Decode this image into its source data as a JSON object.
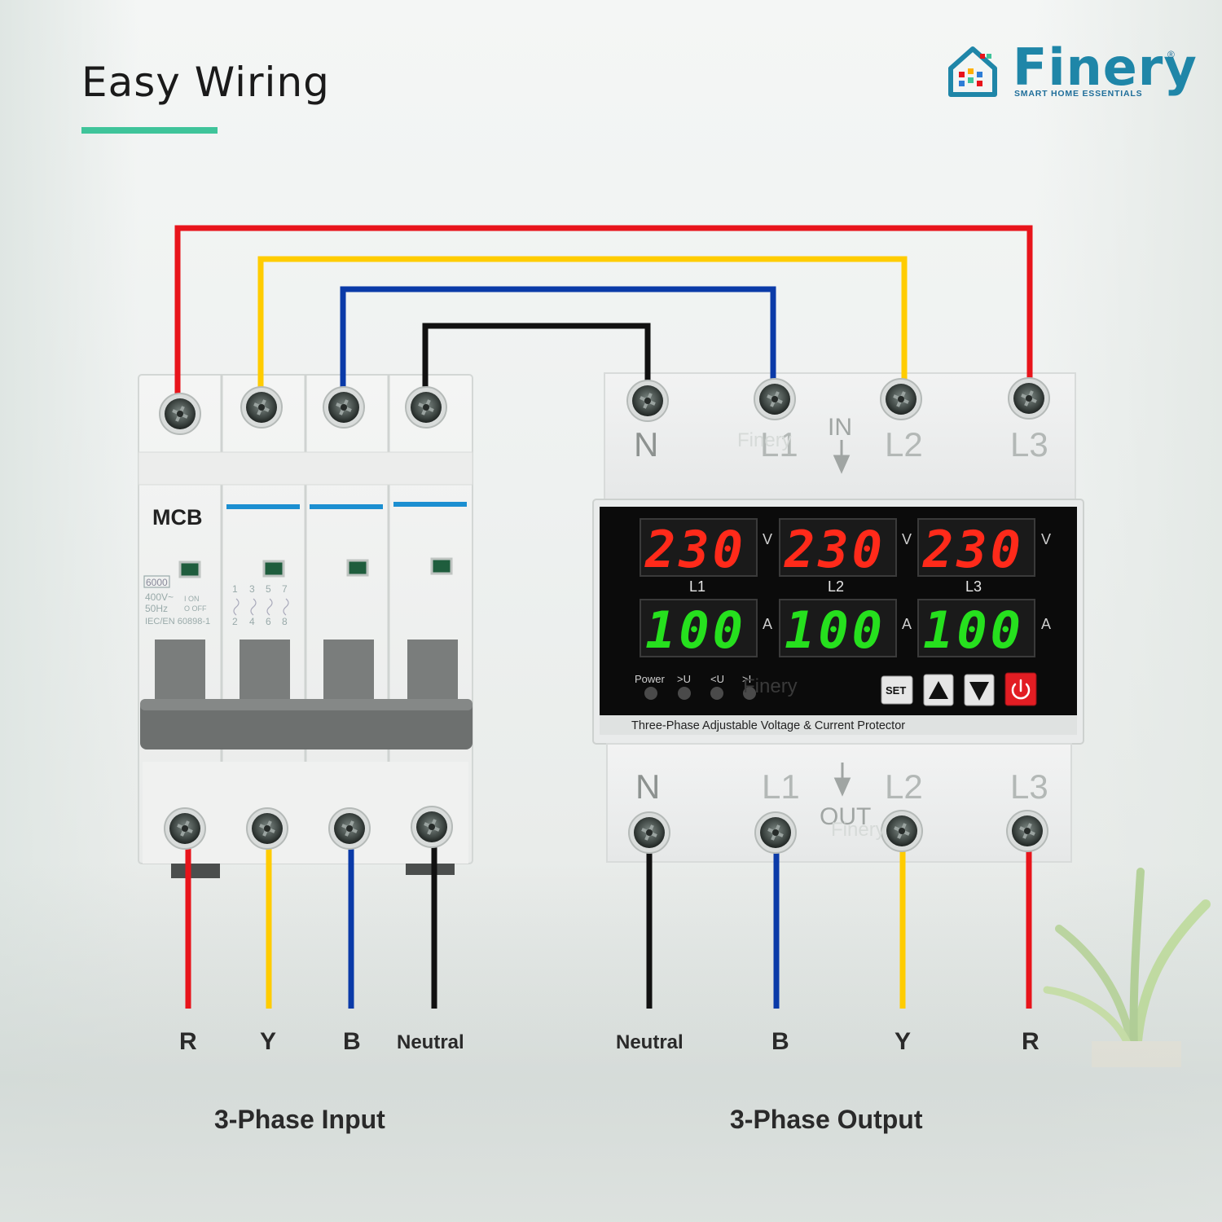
{
  "header": {
    "title": "Easy Wiring",
    "accent_color": "#3fc49a"
  },
  "brand": {
    "name": "Finery",
    "tagline": "SMART HOME ESSENTIALS",
    "registered": "®",
    "color": "#1f86a8"
  },
  "mcb": {
    "label": "MCB",
    "rating": "6000",
    "voltage": "400V~",
    "frequency": "50Hz",
    "on_label": "I ON",
    "off_label": "O OFF",
    "standard": "IEC/EN 60898-1",
    "top_terminals": [
      "1",
      "3",
      "5",
      "7"
    ],
    "bottom_terminals": [
      "2",
      "4",
      "6",
      "8"
    ]
  },
  "protector": {
    "product_name": "Three-Phase Adjustable Voltage & Current Protector",
    "in_label": "IN",
    "out_label": "OUT",
    "top_terminals": [
      "N",
      "L1",
      "L2",
      "L3"
    ],
    "bottom_terminals": [
      "N",
      "L1",
      "L2",
      "L3"
    ],
    "voltage_readings": [
      "230",
      "230",
      "230"
    ],
    "voltage_unit": "V",
    "current_readings": [
      "100",
      "100",
      "100"
    ],
    "current_unit": "A",
    "phase_labels": [
      "L1",
      "L2",
      "L3"
    ],
    "indicators": [
      "Power",
      ">U",
      "<U",
      ">I"
    ],
    "buttons": [
      "SET",
      "up-arrow-icon",
      "down-arrow-icon",
      "power-icon"
    ],
    "watermark": "Finery"
  },
  "wires": {
    "colors": {
      "R": "#e8141b",
      "Y": "#ffcc00",
      "B": "#0a3aa8",
      "Neutral": "#111111"
    }
  },
  "input": {
    "section_label": "3-Phase Input",
    "labels": [
      "R",
      "Y",
      "B",
      "Neutral"
    ]
  },
  "output": {
    "section_label": "3-Phase Output",
    "labels": [
      "Neutral",
      "B",
      "Y",
      "R"
    ]
  }
}
